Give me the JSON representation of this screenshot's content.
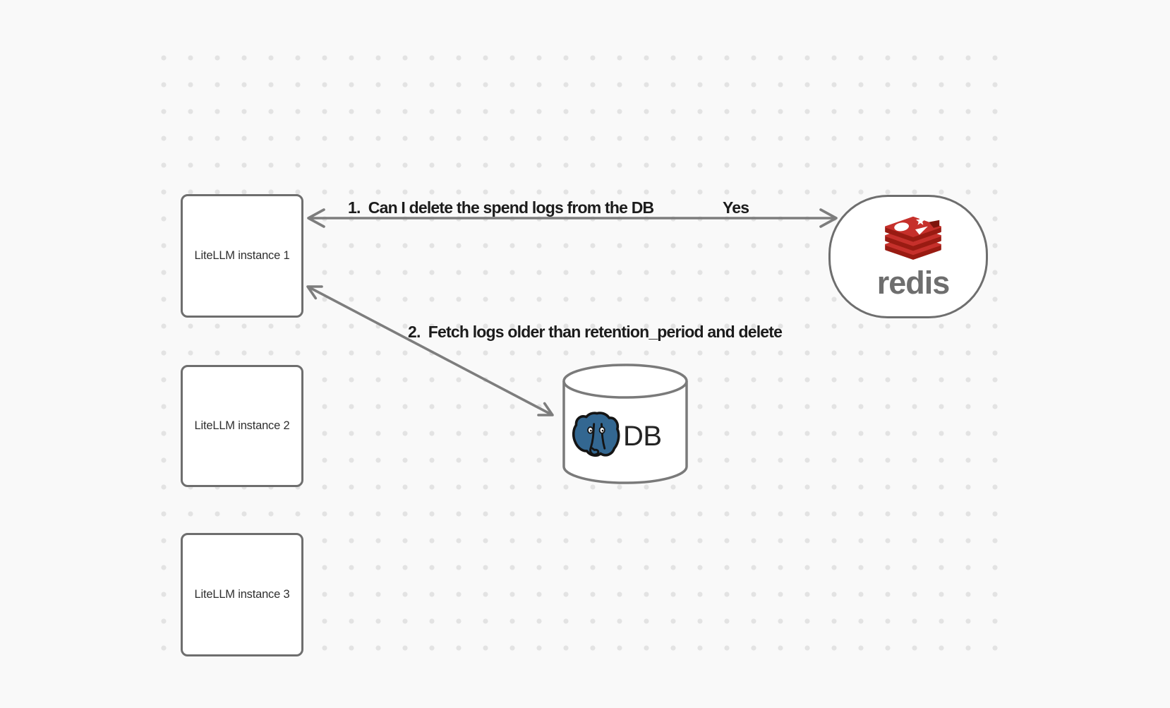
{
  "diagram": {
    "background_color": "#f9f9f9",
    "grid_dot_color": "#e3e3e3",
    "shape_stroke_color": "#6e6e6e",
    "arrow_color": "#7d7d7d",
    "nodes": {
      "instance1": {
        "label": "LiteLLM instance 1"
      },
      "instance2": {
        "label": "LiteLLM instance 2"
      },
      "instance3": {
        "label": "LiteLLM instance 3"
      },
      "redis": {
        "wordmark": "redis",
        "logo_icon": "redis-stack-icon",
        "logo_red": "#c6302b",
        "logo_dark_red": "#991b12",
        "wordmark_color": "#6e6e6e"
      },
      "database": {
        "label": "DB",
        "logo_icon": "postgresql-elephant-icon",
        "elephant_blue": "#336791"
      }
    },
    "edges": {
      "edge1": {
        "label": "1.  Can I delete the spend logs from the DB",
        "reply": "Yes",
        "style": "double-headed-horizontal-arrow"
      },
      "edge2": {
        "label": "2.  Fetch logs older than retention_period and delete",
        "style": "double-headed-diagonal-arrow"
      }
    }
  }
}
